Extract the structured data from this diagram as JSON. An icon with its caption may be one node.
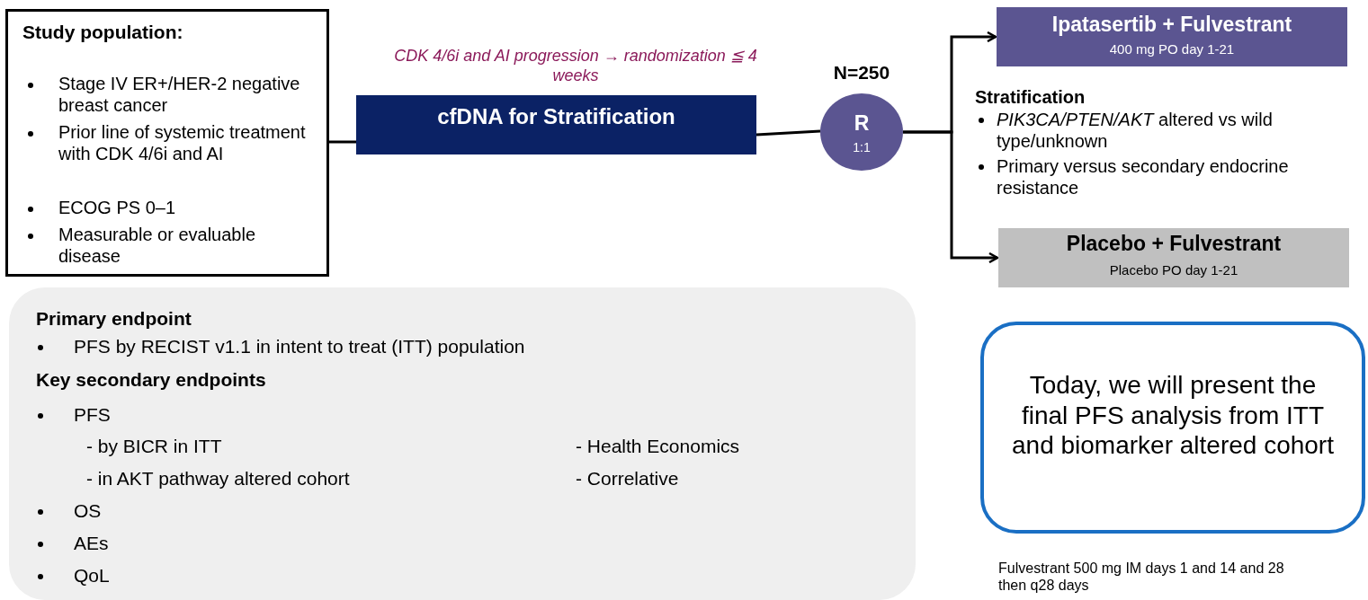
{
  "diagram": {
    "nodes": [
      {
        "text": [
          "Study population:",
          "Stage IV ER+/HER-2 negative breast cancer",
          "Prior line of systemic treatment with CDK 4/6i and AI",
          "ECOG PS 0–1",
          "Measurable or evaluable disease"
        ]
      },
      {
        "text": [
          "cfDNA for Stratification"
        ],
        "beside": [
          "CDK 4/6i and AI progression → randomization ≦ 4 weeks"
        ]
      },
      {
        "text": [
          "R",
          "1:1"
        ],
        "beside": [
          "N=250"
        ]
      },
      {
        "text": [
          "Ipatasertib + Fulvestrant",
          "400 mg PO day 1-21"
        ]
      },
      {
        "text": [
          "Placebo + Fulvestrant",
          "Placebo PO day 1-21"
        ]
      },
      {
        "text": [
          "Primary endpoint",
          "PFS by RECIST v1.1 in intent to treat (ITT) population",
          "Key secondary endpoints",
          "PFS",
          "- by BICR in ITT",
          "- in AKT pathway altered cohort",
          "- Health Economics",
          "- Correlative",
          "OS",
          "AEs",
          "QoL"
        ]
      },
      {
        "text": [
          "Today, we will present the final PFS analysis from ITT and biomarker altered cohort"
        ]
      }
    ],
    "edges": [
      {
        "from": 0,
        "to": 1,
        "arrow": "none"
      },
      {
        "from": 1,
        "to": 2,
        "arrow": "none"
      },
      {
        "from": 2,
        "to": 3,
        "arrow": "to"
      },
      {
        "from": 2,
        "to": 4,
        "arrow": "to"
      }
    ],
    "labels": [
      "Stratification",
      "*PIK3CA/PTEN/AKT* altered vs wild type/unknown",
      "Primary versus secondary endocrine resistance",
      "Fulvestrant 500 mg IM days 1 and 14 and 28 then q28 days"
    ]
  }
}
